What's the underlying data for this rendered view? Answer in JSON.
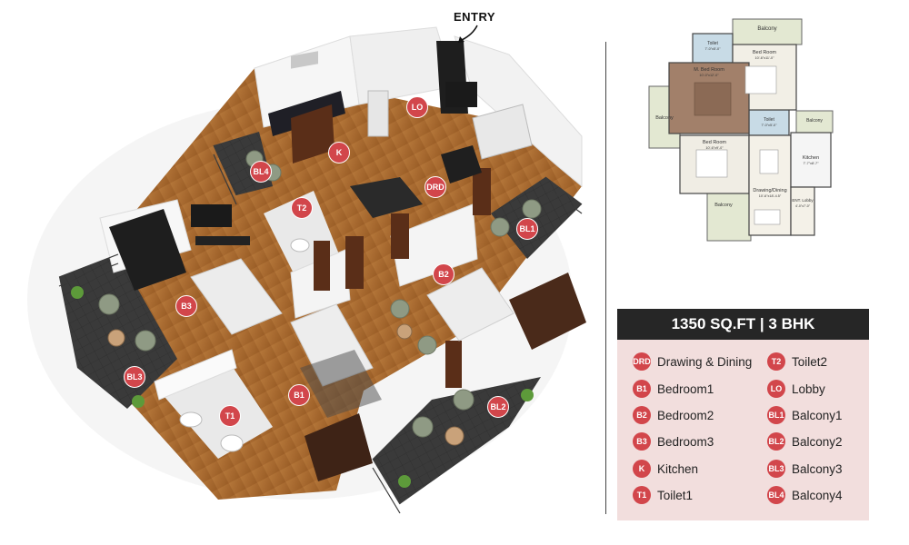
{
  "entry_label": "ENTRY",
  "plan_summary": "1350 SQ.FT | 3 BHK",
  "legend": [
    {
      "code": "DRD",
      "name": "Drawing & Dining"
    },
    {
      "code": "B1",
      "name": "Bedroom1"
    },
    {
      "code": "B2",
      "name": "Bedroom2"
    },
    {
      "code": "B3",
      "name": "Bedroom3"
    },
    {
      "code": "K",
      "name": "Kitchen"
    },
    {
      "code": "T1",
      "name": "Toilet1"
    },
    {
      "code": "T2",
      "name": "Toilet2"
    },
    {
      "code": "LO",
      "name": "Lobby"
    },
    {
      "code": "BL1",
      "name": "Balcony1"
    },
    {
      "code": "BL2",
      "name": "Balcony2"
    },
    {
      "code": "BL3",
      "name": "Balcony3"
    },
    {
      "code": "BL4",
      "name": "Balcony4"
    }
  ],
  "iso_markers": [
    "LO",
    "K",
    "BL4",
    "DRD",
    "T2",
    "BL1",
    "B2",
    "B3",
    "B1",
    "T1",
    "BL3",
    "BL2"
  ],
  "plan_2d_labels": {
    "balcony_top": "Balcony",
    "toilet_top": "Toilet",
    "toilet_top_dim": "7'-0\"x5'-0\"",
    "bedroom_top": "Bed Room",
    "bedroom_top_dim": "10'-6\"x11'-0\"",
    "master_bedroom": "M. Bed Room",
    "master_bedroom_dim": "10'-0\"x12'-0\"",
    "balcony_left": "Balcony",
    "toilet_mid": "Toilet",
    "toilet_mid_dim": "7'-0\"x5'-0\"",
    "balcony_right": "Balcony",
    "bedroom_bottom": "Bed Room",
    "bedroom_bottom_dim": "10'-6\"x9'-0\"",
    "kitchen": "Kitchen",
    "kitchen_dim": "7'-7\"x8'-7\"",
    "drawing_dining": "Drawing/Dining",
    "drawing_dining_dim": "10'-6\"x18'-4.5\"",
    "ent_lobby": "ENT. Lobby",
    "ent_lobby_dim": "4'-0\"x7'-0\"",
    "balcony_bottom": "Balcony"
  },
  "colors": {
    "badge": "#d2464b",
    "panel_bg": "#f2dedd",
    "header_bg": "#262626",
    "wood_floor": "#a8672e",
    "balcony_floor": "#3b3b3b",
    "wall": "#f4f4f4"
  }
}
